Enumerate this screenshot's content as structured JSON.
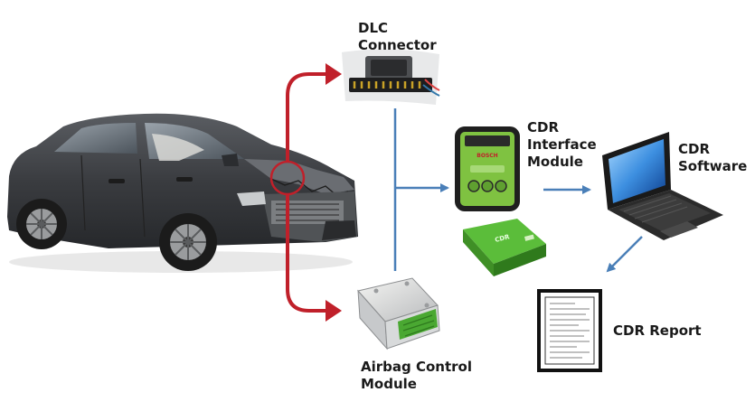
{
  "labels": {
    "dlc": [
      "DLC",
      "Connector"
    ],
    "cdr_interface": [
      "CDR",
      "Interface",
      "Module"
    ],
    "cdr_software": [
      "CDR",
      "Software"
    ],
    "cdr_report": [
      "CDR Report"
    ],
    "airbag": [
      "Airbag Control",
      "Module"
    ]
  },
  "colors": {
    "red_arrow": "#c0202a",
    "blue_arrow": "#4a7fb8",
    "car_body": "#3a3c40",
    "interface_green": "#7fc241",
    "box_green": "#4aa832"
  },
  "icons": {
    "vehicle": "damaged-car",
    "dlc": "dlc-connector",
    "interface": "cdr-interface-module",
    "software": "laptop",
    "report": "printed-report",
    "airbag": "airbag-control-module"
  }
}
